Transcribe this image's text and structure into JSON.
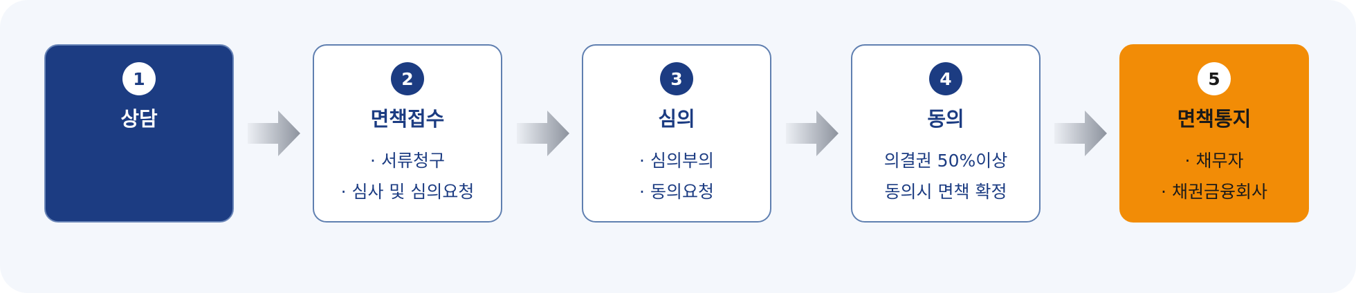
{
  "steps": [
    {
      "number": "1",
      "title": "상담",
      "lines": []
    },
    {
      "number": "2",
      "title": "면책접수",
      "lines": [
        "· 서류청구",
        "· 심사 및 심의요청"
      ]
    },
    {
      "number": "3",
      "title": "심의",
      "lines": [
        "· 심의부의",
        "· 동의요청"
      ]
    },
    {
      "number": "4",
      "title": "동의",
      "lines": [
        "의결권 50%이상",
        "동의시 면책 확정"
      ]
    },
    {
      "number": "5",
      "title": "면책통지",
      "lines": [
        "· 채무자",
        "· 채권금융회사"
      ]
    }
  ],
  "colors": {
    "navy": "#1c3c82",
    "orange": "#f28c06",
    "arrow_light": "#eceff4",
    "arrow_dark": "#8d939e"
  }
}
